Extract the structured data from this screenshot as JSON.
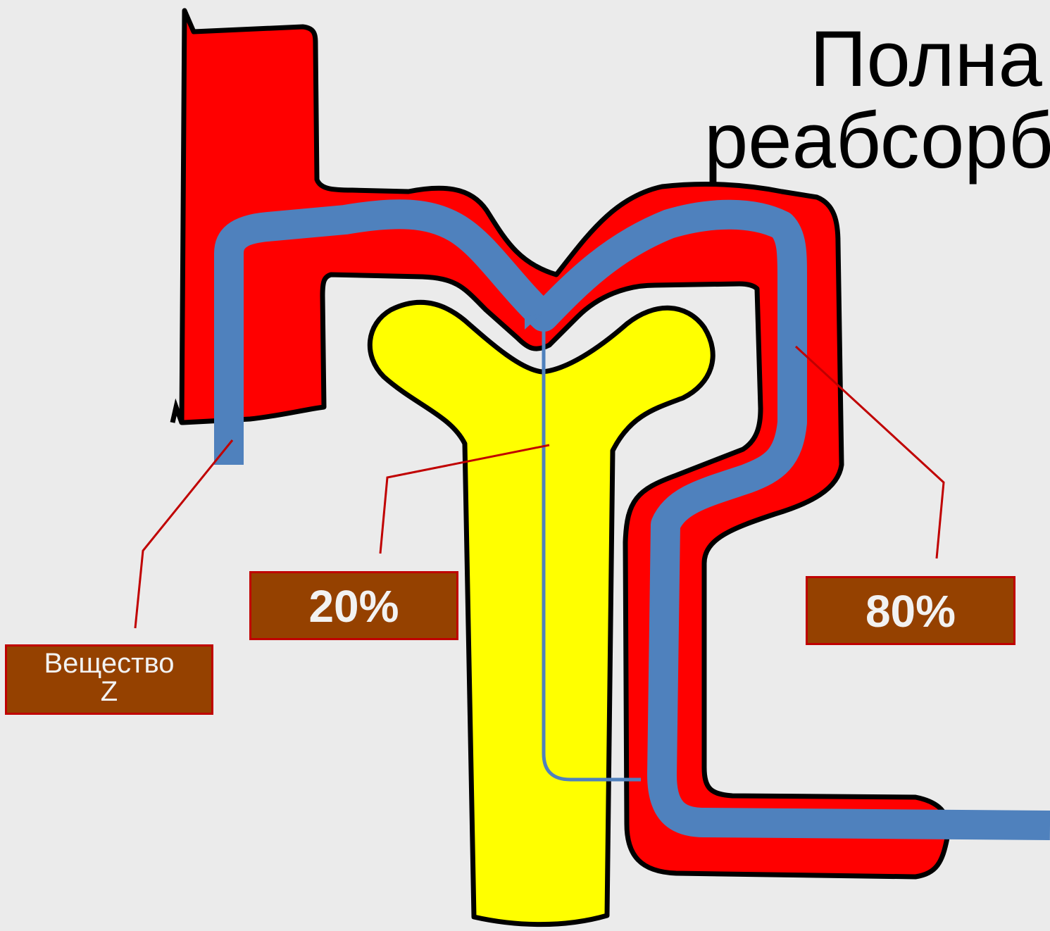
{
  "title": {
    "line1": "Полна",
    "line2": "реабсорб"
  },
  "labels": {
    "substance_line1": "Вещество",
    "substance_line2": "Z",
    "percent_left": "20%",
    "percent_right": "80%"
  },
  "colors": {
    "background": "#ebebeb",
    "artery": "#ff0000",
    "vessel_blue": "#4f81bd",
    "tubule": "#ffff00",
    "label_box": "#954100",
    "leader_line": "#c00000"
  }
}
